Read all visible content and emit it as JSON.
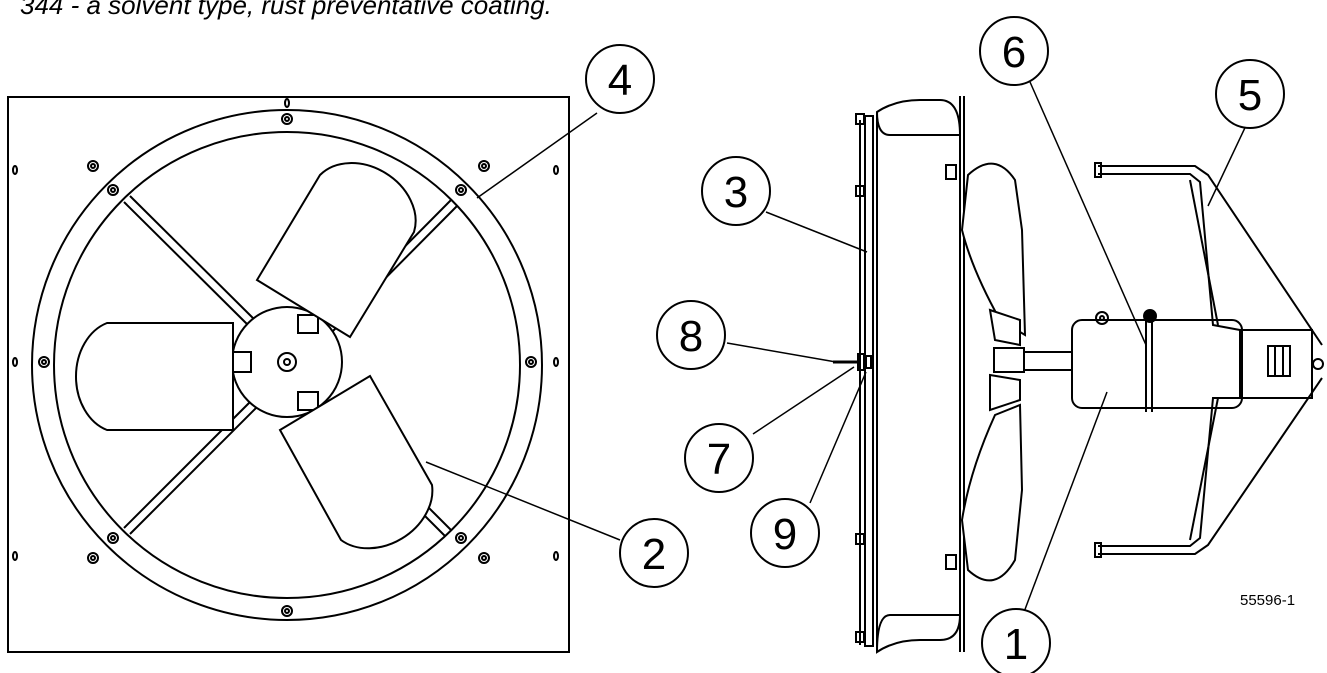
{
  "caption": "344 - a solvent type, rust preventative coating.",
  "figure_id": "55596-1",
  "callouts": [
    {
      "id": "c1",
      "label": "1"
    },
    {
      "id": "c2",
      "label": "2"
    },
    {
      "id": "c3",
      "label": "3"
    },
    {
      "id": "c4",
      "label": "4"
    },
    {
      "id": "c5",
      "label": "5"
    },
    {
      "id": "c6",
      "label": "6"
    },
    {
      "id": "c7",
      "label": "7"
    },
    {
      "id": "c8",
      "label": "8"
    },
    {
      "id": "c9",
      "label": "9"
    }
  ]
}
